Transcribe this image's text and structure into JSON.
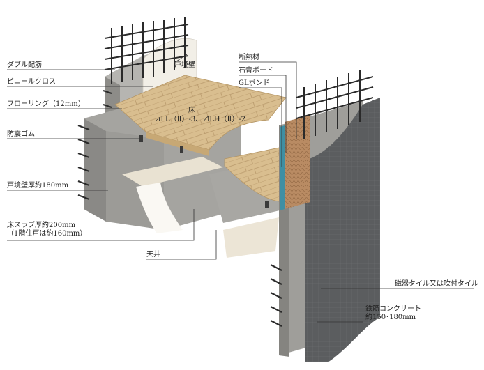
{
  "labels": {
    "double_rebar": "ダブル配筋",
    "vinyl_cloth": "ビニールクロス",
    "flooring": "フローリング（12mm）",
    "rubber": "防震ゴム",
    "party_wall": "戸境壁厚約180mm",
    "slab_line1": "床スラブ厚約200mm",
    "slab_line2": "（1階住戸は約160mm）",
    "ceiling": "天井",
    "party_wall_tag": "戸境壁",
    "floor_tag": "床",
    "floor_rating": "⊿LL（Ⅱ）-3、⊿LH（Ⅱ）-2",
    "insulation": "断熱材",
    "gypsum": "石膏ボード",
    "gl_bond": "GLボンド",
    "tile_line1": "磁器タイル又は吹付タイル",
    "concrete_line1": "鉄筋コンクリート",
    "concrete_line2": "約150･180mm"
  },
  "colors": {
    "concrete": "#a3a3a0",
    "concrete_dark": "#8a8a87",
    "tile": "#5b5d5f",
    "wood": "#d8bd8e",
    "wood_edge": "#b39463",
    "cloth": "#f1eee6",
    "ceiling": "#e9e2d2",
    "insulation": "#b98b63",
    "rebar": "#2a2a2a"
  }
}
